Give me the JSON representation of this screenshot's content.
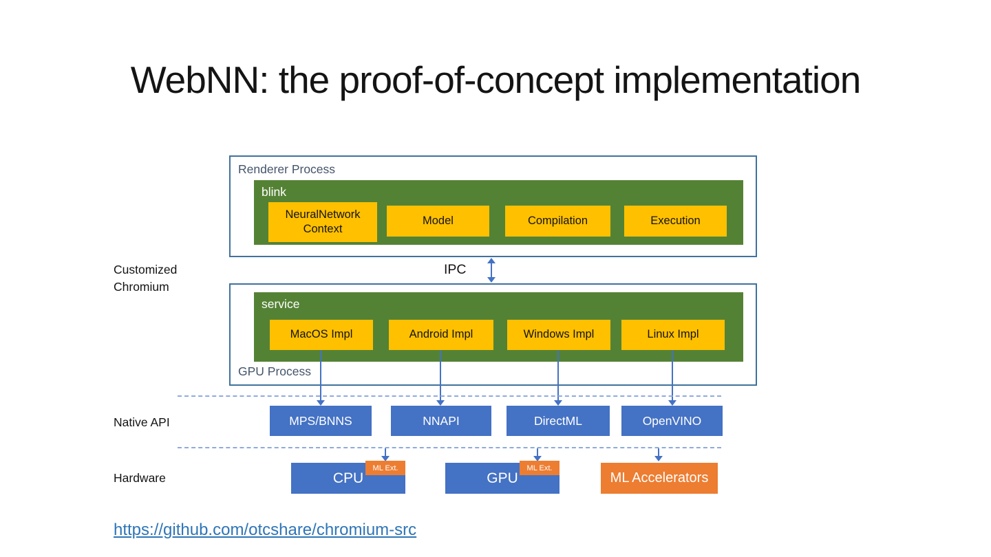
{
  "title": "WebNN: the proof-of-concept implementation",
  "side_labels": {
    "chromium": "Customized Chromium",
    "native_api": "Native API",
    "hardware": "Hardware"
  },
  "ipc_label": "IPC",
  "renderer_process": {
    "title": "Renderer Process",
    "layer": "blink",
    "modules": [
      "NeuralNetwork Context",
      "Model",
      "Compilation",
      "Execution"
    ]
  },
  "gpu_process": {
    "title": "GPU Process",
    "layer": "service",
    "modules": [
      "MacOS Impl",
      "Android Impl",
      "Windows Impl",
      "Linux Impl"
    ]
  },
  "native_apis": [
    "MPS/BNNS",
    "NNAPI",
    "DirectML",
    "OpenVINO"
  ],
  "hardware": {
    "cpu": "CPU",
    "cpu_ext": "ML Ext.",
    "gpu": "GPU",
    "gpu_ext": "ML Ext.",
    "accelerators": "ML Accelerators"
  },
  "link": "https://github.com/otcshare/chromium-src",
  "colors": {
    "layer_green": "#548235",
    "module_gold": "#FFC000",
    "api_blue": "#4472C4",
    "accel_orange": "#ED7D31",
    "box_border_blue": "#41719C",
    "dashed_blue": "#8FAADC",
    "label_slate": "#44546A",
    "link_blue": "#2E75B6"
  }
}
